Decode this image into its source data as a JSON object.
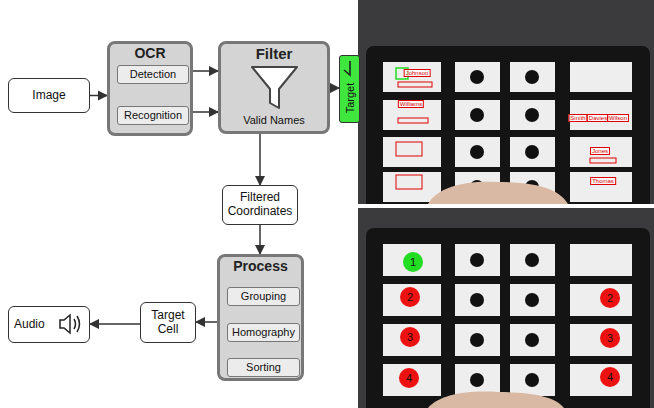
{
  "diagram": {
    "nodes": [
      {
        "text": [
          "Image"
        ]
      },
      {
        "text": [
          "OCR"
        ]
      },
      {
        "text": [
          "Detection"
        ],
        "in": 1
      },
      {
        "text": [
          "Recognition"
        ],
        "in": 1
      },
      {
        "text": [
          "Filter",
          "Valid Names"
        ]
      },
      {
        "text": [
          "Target"
        ]
      },
      {
        "text": [
          "Filtered Coordinates"
        ]
      },
      {
        "text": [
          "Process"
        ]
      },
      {
        "text": [
          "Grouping"
        ],
        "in": 7
      },
      {
        "text": [
          "Homography"
        ],
        "in": 7
      },
      {
        "text": [
          "Sorting"
        ],
        "in": 7
      },
      {
        "text": [
          "Target Cell"
        ]
      },
      {
        "text": [
          "Audio"
        ]
      }
    ],
    "edges": [
      {
        "from": 0,
        "to": 1,
        "arrow": "to"
      },
      {
        "from": 2,
        "to": 3,
        "arrow": "to"
      },
      {
        "from": 2,
        "to": 4,
        "arrow": "to"
      },
      {
        "from": 3,
        "to": 4,
        "arrow": "to"
      },
      {
        "from": 4,
        "to": 5,
        "arrow": "to"
      },
      {
        "from": 4,
        "to": 6,
        "arrow": "to"
      },
      {
        "from": 6,
        "to": 7,
        "arrow": "to"
      },
      {
        "from": 8,
        "to": 9,
        "arrow": "to"
      },
      {
        "from": 9,
        "to": 10,
        "arrow": "to"
      },
      {
        "from": 7,
        "to": 11,
        "arrow": "to"
      },
      {
        "from": 11,
        "to": 12,
        "arrow": "to"
      }
    ],
    "labels": [
      "Johnson",
      "Williams",
      "Smith",
      "Davies",
      "Wilson",
      "Jones",
      "Thomas",
      "1",
      "2",
      "3",
      "4",
      "2",
      "3",
      "4"
    ]
  }
}
